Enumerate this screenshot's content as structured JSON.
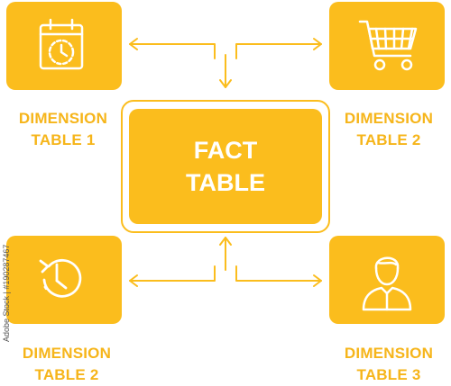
{
  "fact_table": {
    "line1": "FACT",
    "line2": "TABLE"
  },
  "dimensions": {
    "top_left": {
      "line1": "DIMENSION",
      "line2": "TABLE 1",
      "icon": "calendar-clock-icon"
    },
    "top_right": {
      "line1": "DIMENSION",
      "line2": "TABLE 2",
      "icon": "shopping-cart-icon"
    },
    "bottom_left": {
      "line1": "DIMENSION",
      "line2": "TABLE 2",
      "icon": "time-history-icon"
    },
    "bottom_right": {
      "line1": "DIMENSION",
      "line2": "TABLE 3",
      "icon": "person-icon"
    }
  },
  "watermark": "Adobe Stock | #190287467",
  "colors": {
    "accent": "#fbbd1d",
    "label": "#f6b51a",
    "icon": "#ffffff"
  }
}
